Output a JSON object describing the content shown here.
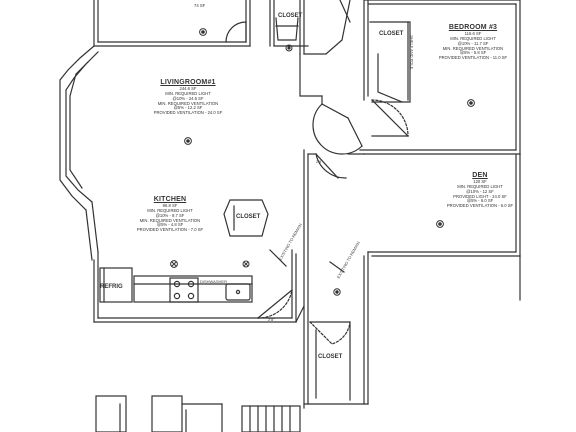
{
  "rooms": {
    "top_room": {
      "area": "74 SF"
    },
    "living": {
      "name": "LIVINGROOM#1",
      "lines": [
        "244.6 SF",
        "MIN. REQUIRED LIGHT",
        "@10% - 24.5 SF",
        "MIN. REQUIRED VENTILATION",
        "@5% - 12.2 SF",
        "PROVIDED VENTILATION - 24.0 SF"
      ]
    },
    "bedroom": {
      "name": "BEDROOM #3",
      "lines": [
        "116.6 SF",
        "MIN. REQUIRED LIGHT",
        "@10% - 11.7 SF",
        "MIN. REQUIRED VENTILATION",
        "@5% - 5.8 SF",
        "PROVIDED VENTILATION - 11.0 SF"
      ]
    },
    "kitchen": {
      "name": "KITCHEN",
      "lines": [
        "96.8 SF",
        "MIN. REQUIRED LIGHT",
        "@10% - 9.7 SF",
        "MIN. REQUIRED VENTILATION",
        "@5% - 4.8 SF",
        "PROVIDED VENTILATION - 7.0 SF"
      ]
    },
    "den": {
      "name": "DEN",
      "lines": [
        "120 SF",
        "MIN. REQUIRED LIGHT",
        "@10% - 12 SF",
        "PROVIDED LIGHT - 24.0 SF",
        "@5% - 6.0 SF",
        "PROVIDED VENTILATION - 6.0 SF"
      ]
    }
  },
  "closets": {
    "top": "CLOSET",
    "bedroom": "CLOSET",
    "kitchen": "CLOSET",
    "bottom": "CLOSET"
  },
  "fixtures": {
    "refrig": "REFRIG",
    "dishwasher": "DISHWASHER",
    "existing_1": "EXISTING",
    "existing_1b": "TO REMAIN",
    "existing_2": "EXISTING",
    "existing_2b": "TO REMAIN",
    "door_tag": "2'8\"",
    "door_tag_2": "2'8\"",
    "shelf_note": "SHELF AND POLE"
  }
}
